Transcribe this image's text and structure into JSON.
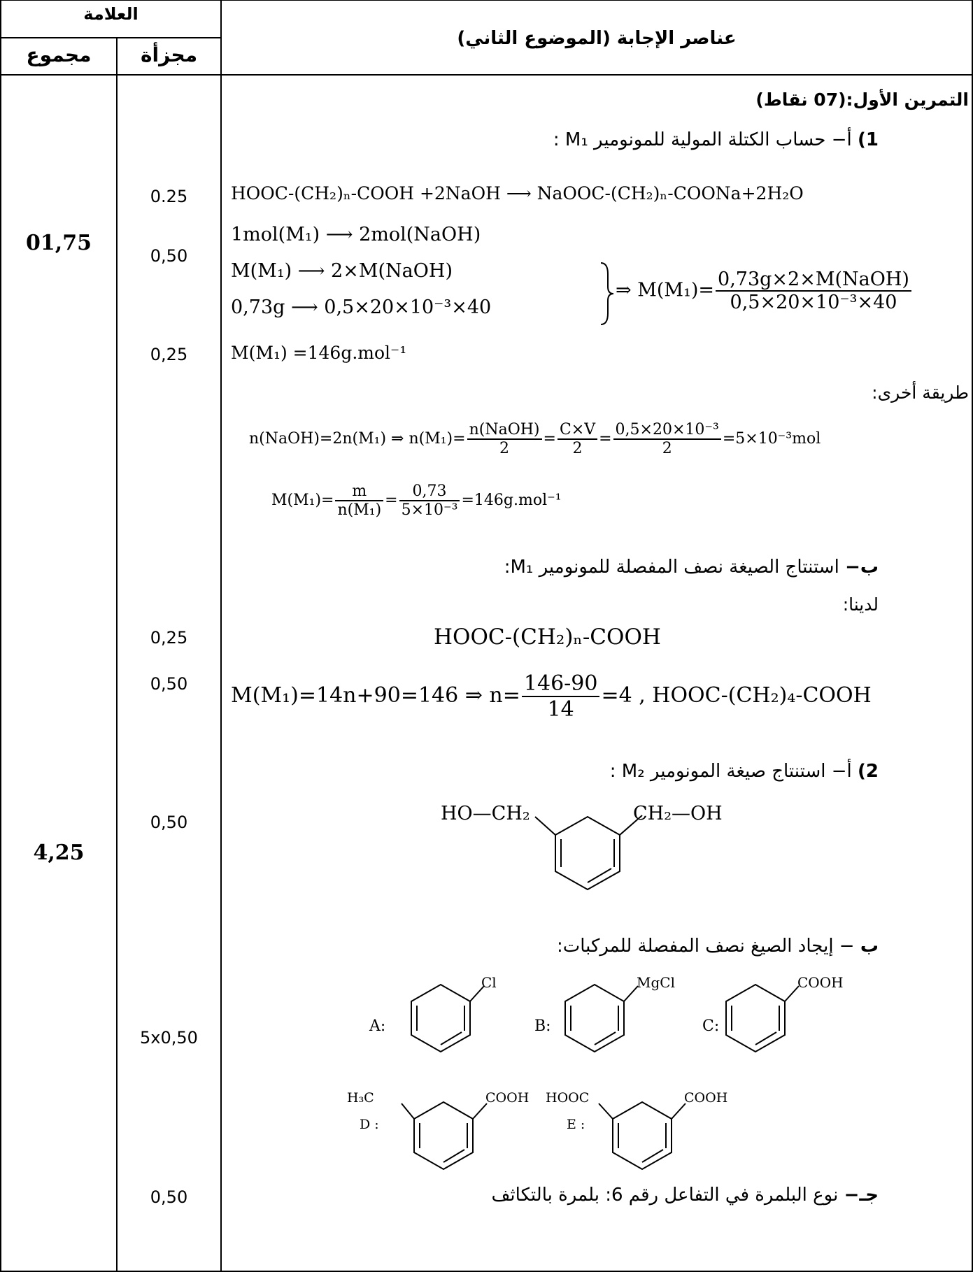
{
  "header": {
    "grading_title": "العلامة",
    "col_total": "مجموع",
    "col_partial": "مجزأة",
    "answer_title": "عناصر الإجابة (الموضوع الثاني)"
  },
  "marks": {
    "total_1": "01,75",
    "total_2": "4,25",
    "p1": "0.25",
    "p2": "0,50",
    "p3": "0,25",
    "p4": "0,25",
    "p5": "0,50",
    "p6": "0,50",
    "p7": "5x0,50",
    "p8": "0,50"
  },
  "content": {
    "exercise_title": "التمرين الأول:(07 نقاط)",
    "q1_num": "1)",
    "q1a": "أ− حساب الكتلة المولية للمونومير M₁ :",
    "eq_reaction": "HOOC-(CH₂)ₙ-COOH +2NaOH ⟶ NaOOC-(CH₂)ₙ-COONa+2H₂O",
    "stoich_1": "1mol(M₁) ⟶ 2mol(NaOH)",
    "stoich_2": "M(M₁) ⟶ 2×M(NaOH)",
    "stoich_3": "0,73g ⟶ 0,5×20×10⁻³×40",
    "result_lhs": "⇒ M(M₁)=",
    "result_num": "0,73g×2×M(NaOH)",
    "result_den": "0,5×20×10⁻³×40",
    "molar_mass": "M(M₁) =146g.mol⁻¹",
    "other_method": "طريقة أخرى:",
    "alt_eq1_lhs": "n(NaOH)=2n(M₁) ⇒ n(M₁)=",
    "alt_eq1_f1_num": "n(NaOH)",
    "alt_eq1_f1_den": "2",
    "alt_eq1_f2_num": "C×V",
    "alt_eq1_f2_den": "2",
    "alt_eq1_f3_num": "0,5×20×10⁻³",
    "alt_eq1_f3_den": "2",
    "alt_eq1_rhs": "=5×10⁻³mol",
    "alt_eq2_lhs": "M(M₁)=",
    "alt_eq2_f1_num": "m",
    "alt_eq2_f1_den": "n(M₁)",
    "alt_eq2_f2_num": "0,73",
    "alt_eq2_f2_den": "5×10⁻³",
    "alt_eq2_rhs": "=146g.mol⁻¹",
    "q1b_label": "ب−",
    "q1b": "استنتاج الصيغة نصف المفصلة للمونومير M₁:",
    "we_have": "لدينا:",
    "general_formula": "HOOC-(CH₂)ₙ-COOH",
    "n_calc_lhs": "M(M₁)=14n+90=146 ⇒ n=",
    "n_calc_num": "146-90",
    "n_calc_den": "14",
    "n_calc_rhs": "=4 , HOOC-(CH₂)₄-COOH",
    "q2_num": "2)",
    "q2a": "أ− استنتاج صيغة المونومير M₂ :",
    "m2_left": "HO—CH₂",
    "m2_right": "CH₂—OH",
    "q2b_label": "ب",
    "q2b": "− إيجاد الصيغ نصف المفصلة للمركبات:",
    "comp_A_label": "A:",
    "comp_A_sub": "Cl",
    "comp_B_label": "B:",
    "comp_B_sub": "MgCl",
    "comp_C_label": "C:",
    "comp_C_sub": "COOH",
    "comp_D_label": "D :",
    "comp_D_sub1": "H₃C",
    "comp_D_sub2": "COOH",
    "comp_E_label": "E :",
    "comp_E_sub1": "HOOC",
    "comp_E_sub2": "COOH",
    "q2c_label": "جـ−",
    "q2c": "نوع البلمرة في التفاعل رقم 6: بلمرة بالتكاثف"
  }
}
